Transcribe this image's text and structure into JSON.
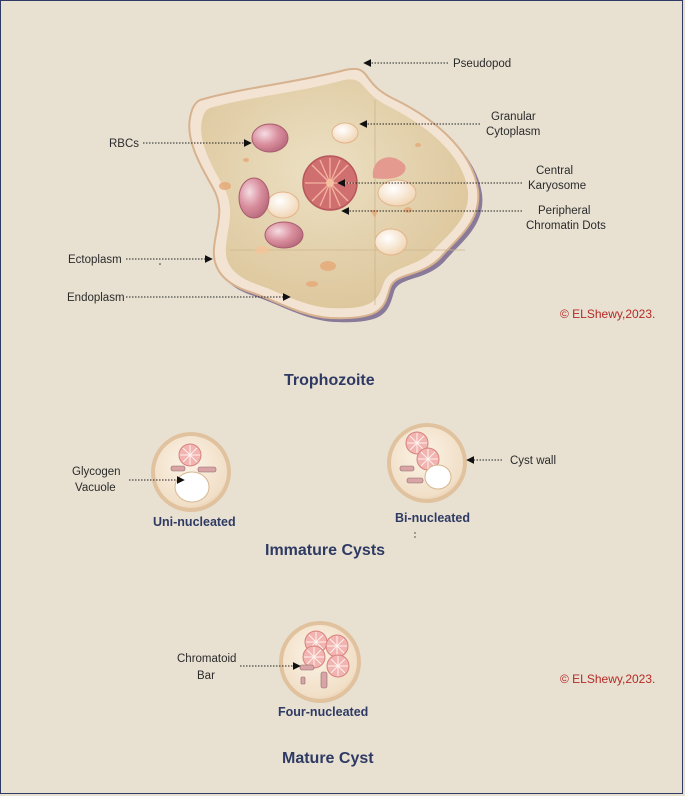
{
  "labels": {
    "pseudopod": "Pseudopod",
    "granular_1": "Granular",
    "granular_2": "Cytoplasm",
    "rbcs": "RBCs",
    "central_1": "Central",
    "central_2": "Karyosome",
    "peripheral_1": "Peripheral",
    "peripheral_2": "Chromatin Dots",
    "ectoplasm": "Ectoplasm",
    "endoplasm": "Endoplasm",
    "glycogen_1": "Glycogen",
    "glycogen_2": "Vacuole",
    "cyst_wall": "Cyst wall",
    "chromatoid_1": "Chromatoid",
    "chromatoid_2": "Bar"
  },
  "titles": {
    "trophozoite": "Trophozoite",
    "immature": "Immature Cysts",
    "mature": "Mature Cyst",
    "uni": "Uni-nucleated",
    "bi": "Bi-nucleated",
    "four": "Four-nucleated"
  },
  "copyright": "© ELShewy,2023.",
  "colors": {
    "background": "#e8e1d2",
    "frame": "#2e3a63",
    "title_text": "#2e3a63",
    "copyright_text": "#b52a25",
    "cytoplasm": "#e5d0a8",
    "nucleus": "#e07b7b",
    "rbc": "#d98a95"
  }
}
